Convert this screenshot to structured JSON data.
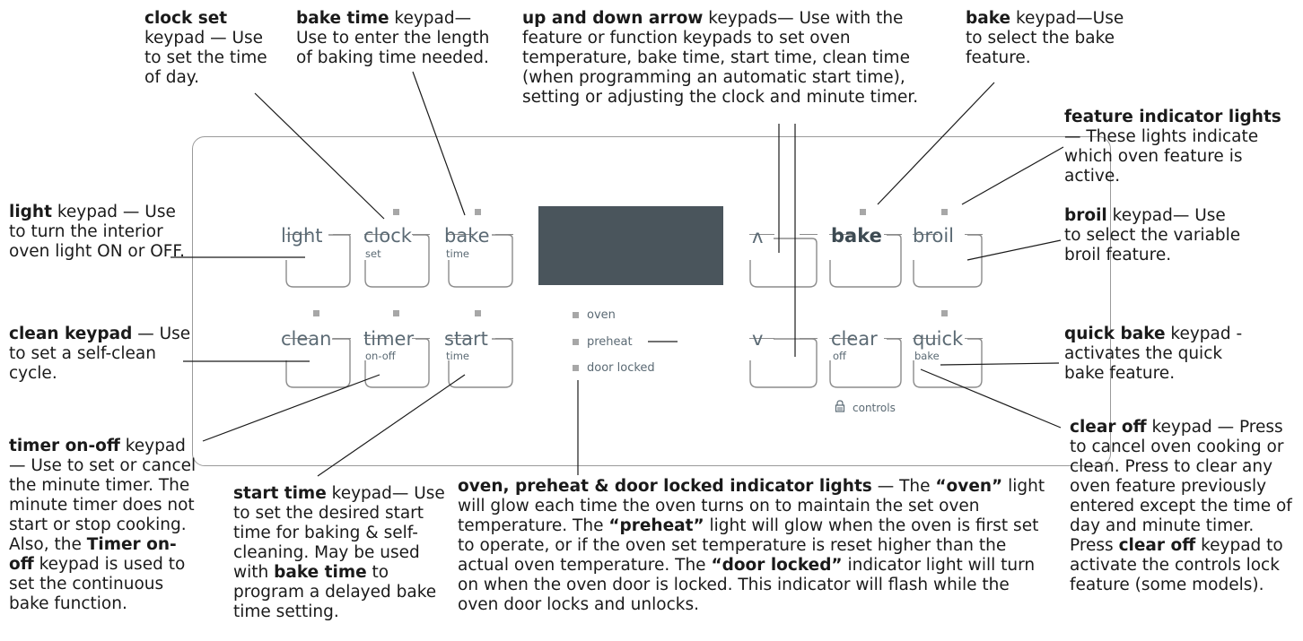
{
  "panel": {
    "keypads": {
      "light": {
        "label": "light"
      },
      "clock": {
        "label": "clock",
        "sub": "set"
      },
      "bake_time": {
        "label": "bake",
        "sub": "time"
      },
      "up": {
        "label": "ʌ"
      },
      "bake": {
        "label": "bake"
      },
      "broil": {
        "label": "broil"
      },
      "clean": {
        "label": "clean"
      },
      "timer": {
        "label": "timer",
        "sub": "on-off"
      },
      "start": {
        "label": "start",
        "sub": "time"
      },
      "down": {
        "label": "v"
      },
      "clear": {
        "label": "clear",
        "sub": "off"
      },
      "quick": {
        "label": "quick",
        "sub": "bake"
      }
    },
    "indicators": [
      "oven",
      "preheat",
      "door locked"
    ],
    "controls_label": "controls",
    "display_color": "#4a555c",
    "indicator_color": "#a7a7a7"
  },
  "annotations": {
    "clock_set": {
      "bold": "clock set",
      "text": " keypad — Use to set the time of day."
    },
    "bake_time": {
      "bold": "bake time",
      "text": " keypad— Use to enter the length of baking time needed."
    },
    "arrows": {
      "bold": "up and down arrow",
      "text": " keypads— Use with the feature or function keypads to set oven temperature, bake time, start time, clean time (when programming an automatic start time), setting or adjusting the clock and minute timer."
    },
    "bake": {
      "bold": "bake",
      "text": " keypad—Use to select the bake feature."
    },
    "feature_lights": {
      "bold": "feature indicator lights",
      "text": " — These lights indicate which oven feature is active."
    },
    "light": {
      "bold": "light",
      "text": " keypad — Use to turn the interior oven light ON or OFF."
    },
    "broil": {
      "bold": "broil",
      "text": " keypad— Use to select the variable broil feature."
    },
    "clean": {
      "bold": "clean keypad",
      "text": " — Use to set a self-clean cycle."
    },
    "quick_bake": {
      "bold": "quick bake",
      "text": " keypad -activates the quick bake feature."
    },
    "timer": {
      "bold": "timer on-off",
      "text1": " keypad — Use to set or cancel the minute timer. The minute timer does not start or stop cooking. Also, the ",
      "bold2": "Timer on-off",
      "text2": " keypad is used to set the continuous bake function."
    },
    "start_time": {
      "bold": "start time",
      "text1": " keypad— Use to set the desired start time for baking & self-cleaning. May be used with ",
      "bold2": "bake time",
      "text2": " to program a delayed bake time setting."
    },
    "indicator_lights": {
      "bold": "oven, preheat & door locked indicator lights",
      "text1": " — The ",
      "bold2": "“oven”",
      "text2": " light will glow each time the oven turns on to maintain the set oven temperature. The ",
      "bold3": "“preheat”",
      "text3": " light will glow when the oven is first set to operate, or if the oven set temperature is reset higher than the actual oven temperature. The ",
      "bold4": "“door locked”",
      "text4": " indicator light will turn on when the oven door is locked. This indicator will flash while the oven door locks and unlocks."
    },
    "clear_off": {
      "bold": "clear off",
      "text1": " keypad — Press to cancel oven cooking or clean. Press to clear any oven feature previously entered except the time of day and minute timer. Press ",
      "bold2": "clear off",
      "text2": " keypad to activate the controls lock feature (some models)."
    }
  }
}
